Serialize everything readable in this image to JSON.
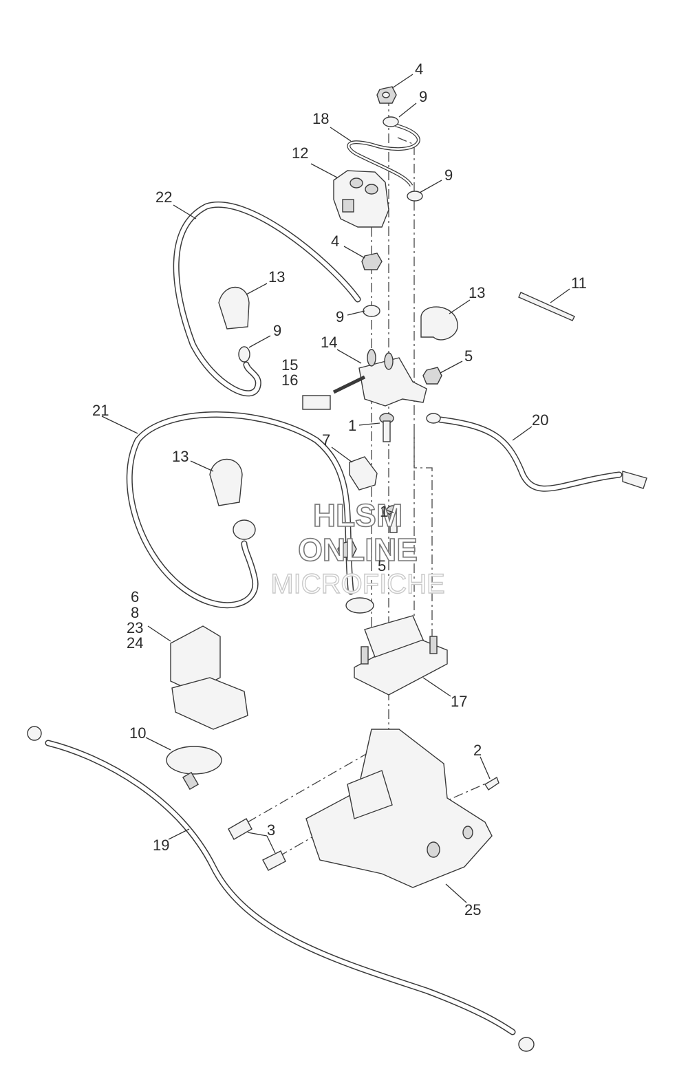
{
  "watermark": {
    "line1": "HLSM",
    "line2": "ONLINE",
    "line3": "MICROFICHE"
  },
  "callouts": [
    {
      "id": "c4a",
      "text": "4"
    },
    {
      "id": "c9a",
      "text": "9"
    },
    {
      "id": "c18",
      "text": "18"
    },
    {
      "id": "c12",
      "text": "12"
    },
    {
      "id": "c9b",
      "text": "9"
    },
    {
      "id": "c22",
      "text": "22"
    },
    {
      "id": "c4b",
      "text": "4"
    },
    {
      "id": "c13a",
      "text": "13"
    },
    {
      "id": "c9c",
      "text": "9"
    },
    {
      "id": "c13b",
      "text": "13"
    },
    {
      "id": "c11",
      "text": "11"
    },
    {
      "id": "c9d",
      "text": "9"
    },
    {
      "id": "c14",
      "text": "14"
    },
    {
      "id": "c5a",
      "text": "5"
    },
    {
      "id": "c15",
      "text": "15"
    },
    {
      "id": "c16",
      "text": "16"
    },
    {
      "id": "c21",
      "text": "21"
    },
    {
      "id": "c1a",
      "text": "1"
    },
    {
      "id": "c20",
      "text": "20"
    },
    {
      "id": "c7",
      "text": "7"
    },
    {
      "id": "c13c",
      "text": "13"
    },
    {
      "id": "c1b",
      "text": "1"
    },
    {
      "id": "c5b",
      "text": "5"
    },
    {
      "id": "c6",
      "text": "6"
    },
    {
      "id": "c8",
      "text": "8"
    },
    {
      "id": "c23",
      "text": "23"
    },
    {
      "id": "c24",
      "text": "24"
    },
    {
      "id": "c17",
      "text": "17"
    },
    {
      "id": "c10",
      "text": "10"
    },
    {
      "id": "c2",
      "text": "2"
    },
    {
      "id": "c19",
      "text": "19"
    },
    {
      "id": "c3",
      "text": "3"
    },
    {
      "id": "c25",
      "text": "25"
    }
  ]
}
